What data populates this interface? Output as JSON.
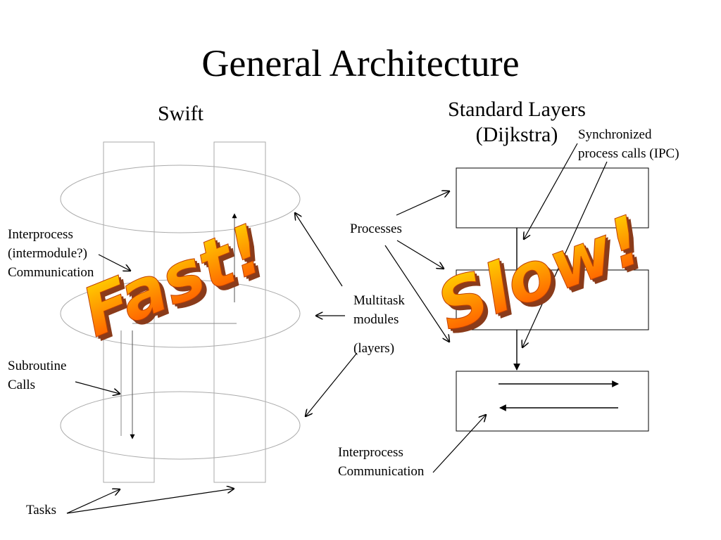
{
  "slide": {
    "title": "General Architecture"
  },
  "swift": {
    "heading": "Swift",
    "labels": {
      "ipc_line1": "Interprocess",
      "ipc_line2": "(intermodule?)",
      "ipc_line3": "Communication",
      "subroutine_line1": "Subroutine",
      "subroutine_line2": "Calls",
      "tasks": "Tasks"
    },
    "wordart": {
      "text": "Fast!",
      "gradient_top": "#ffe000",
      "gradient_bottom": "#ff4a00",
      "extrusion": "#8a3b1a"
    }
  },
  "middle": {
    "processes": "Processes",
    "multitask_line1": "Multitask",
    "multitask_line2": "modules",
    "layers": "(layers)"
  },
  "standard": {
    "heading_line1": "Standard Layers",
    "heading_line2": "(Dijkstra)",
    "sync_line1": "Synchronized",
    "sync_line2": "process calls (IPC)",
    "ipc_line1": "Interprocess",
    "ipc_line2": "Communication",
    "wordart": {
      "text": "Slow!",
      "gradient_top": "#ffe000",
      "gradient_bottom": "#ff4a00",
      "extrusion": "#8a3b1a"
    }
  }
}
